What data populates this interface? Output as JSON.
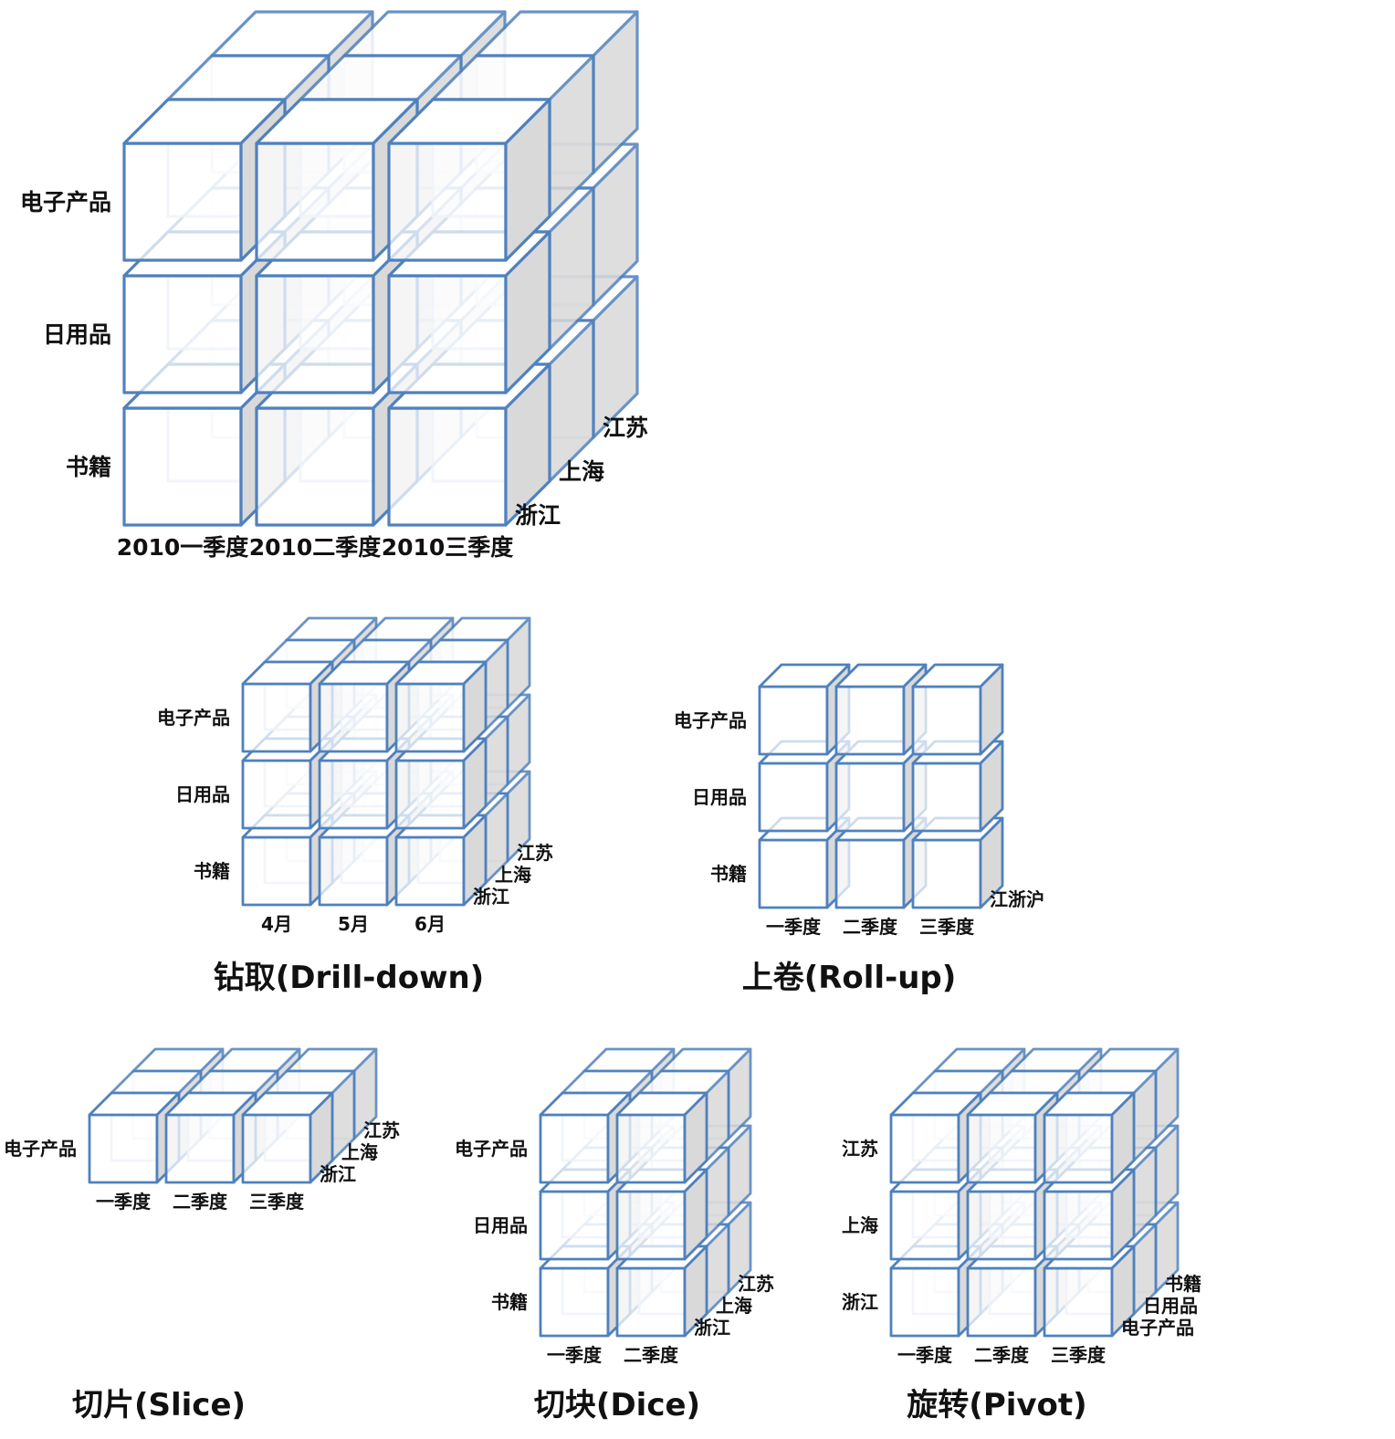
{
  "colors": {
    "edge": "#4f81bd",
    "side": "#d9d9d9",
    "back_edge": "#c9d6ea",
    "label": "#111111",
    "background": "#ffffff"
  },
  "cubes": {
    "main": {
      "rows": [
        "电子产品",
        "日用品",
        "书籍"
      ],
      "cols": [
        "2010一季度",
        "2010二季度",
        "2010三季度"
      ],
      "depth": [
        "浙江",
        "上海",
        "江苏"
      ]
    },
    "drill_down": {
      "caption": "钻取(Drill-down)",
      "rows": [
        "电子产品",
        "日用品",
        "书籍"
      ],
      "cols": [
        "4月",
        "5月",
        "6月"
      ],
      "depth": [
        "浙江",
        "上海",
        "江苏"
      ]
    },
    "roll_up": {
      "caption": "上卷(Roll-up)",
      "rows": [
        "电子产品",
        "日用品",
        "书籍"
      ],
      "cols": [
        "一季度",
        "二季度",
        "三季度"
      ],
      "depth": [
        "江浙沪"
      ]
    },
    "slice": {
      "caption": "切片(Slice)",
      "rows": [
        "电子产品"
      ],
      "cols": [
        "一季度",
        "二季度",
        "三季度"
      ],
      "depth": [
        "浙江",
        "上海",
        "江苏"
      ]
    },
    "dice": {
      "caption": "切块(Dice)",
      "rows": [
        "电子产品",
        "日用品",
        "书籍"
      ],
      "cols": [
        "一季度",
        "二季度"
      ],
      "depth": [
        "浙江",
        "上海",
        "江苏"
      ]
    },
    "pivot": {
      "caption": "旋转(Pivot)",
      "rows": [
        "江苏",
        "上海",
        "浙江"
      ],
      "cols": [
        "一季度",
        "二季度",
        "三季度"
      ],
      "depth": [
        "电子产品",
        "日用品",
        "书籍"
      ]
    }
  }
}
